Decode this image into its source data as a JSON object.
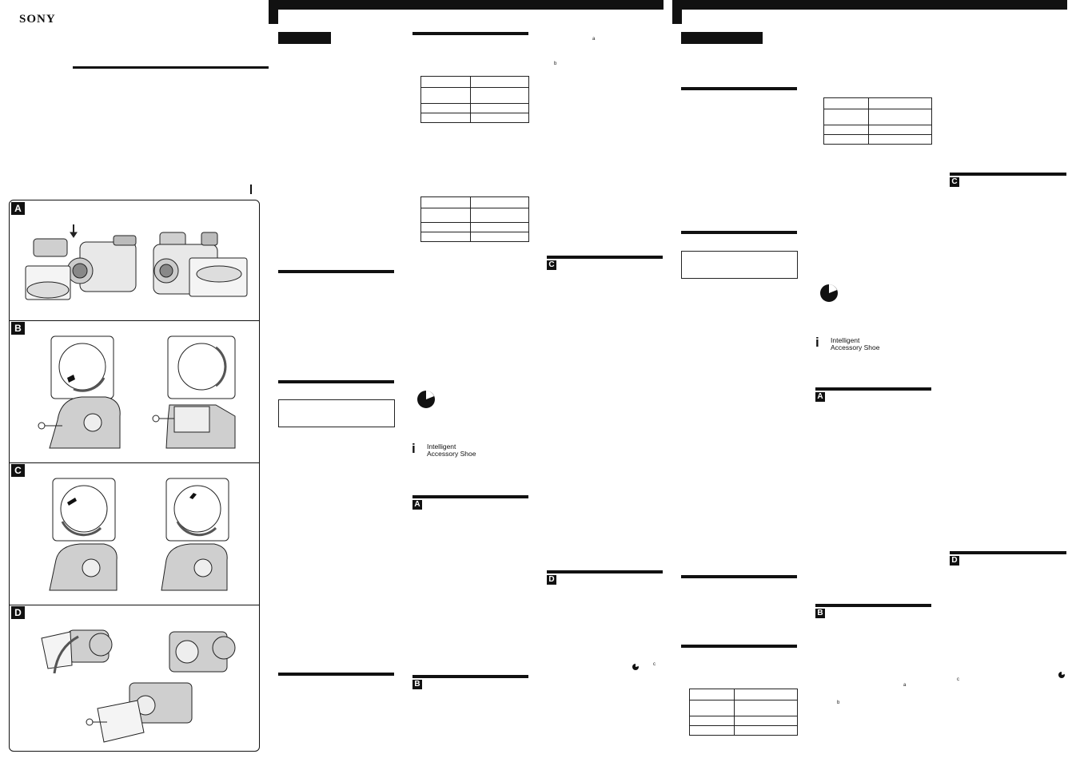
{
  "brand": "SONY",
  "figure_letters": [
    "A",
    "B",
    "C",
    "D"
  ],
  "section_letters": {
    "col2": [
      "A",
      "B"
    ],
    "col3": [
      "C",
      "D"
    ],
    "col5": [
      "A",
      "B"
    ],
    "col6": [
      "C",
      "D"
    ]
  },
  "logos": {
    "ias_line1": "Intelligent",
    "ias_line2": "Accessory Shoe"
  },
  "callouts": {
    "a": "a",
    "b": "b",
    "c": "c"
  }
}
